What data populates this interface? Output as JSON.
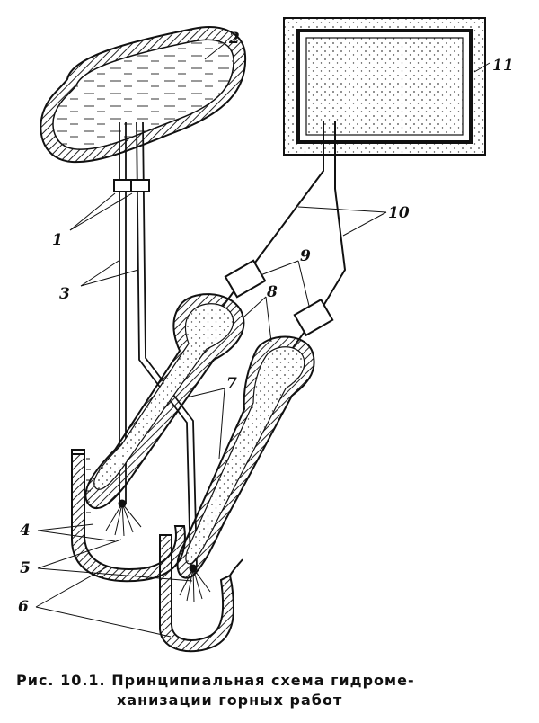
{
  "figure": {
    "labels": {
      "n1": "1",
      "n2": "2",
      "n3": "3",
      "n4": "4",
      "n5": "5",
      "n6": "6",
      "n7": "7",
      "n8": "8",
      "n9": "9",
      "n10": "10",
      "n11": "11"
    }
  },
  "caption": {
    "line1": "Рис. 10.1. Принципиальная схема гидроме-",
    "line2": "ханизации горных работ"
  }
}
